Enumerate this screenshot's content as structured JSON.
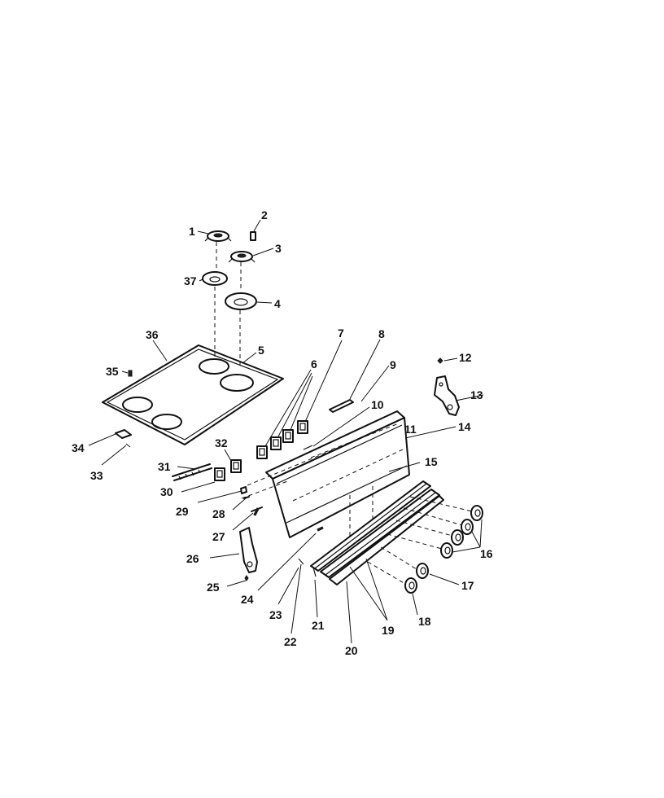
{
  "diagram": {
    "labels": [
      {
        "id": "1",
        "text": "1"
      },
      {
        "id": "2",
        "text": "2"
      },
      {
        "id": "3",
        "text": "3"
      },
      {
        "id": "37",
        "text": "37"
      },
      {
        "id": "4",
        "text": "4"
      },
      {
        "id": "36",
        "text": "36"
      },
      {
        "id": "5",
        "text": "5"
      },
      {
        "id": "35",
        "text": "35"
      },
      {
        "id": "6",
        "text": "6"
      },
      {
        "id": "7",
        "text": "7"
      },
      {
        "id": "8",
        "text": "8"
      },
      {
        "id": "9",
        "text": "9"
      },
      {
        "id": "10",
        "text": "10"
      },
      {
        "id": "11",
        "text": "11"
      },
      {
        "id": "12",
        "text": "12"
      },
      {
        "id": "13",
        "text": "13"
      },
      {
        "id": "14",
        "text": "14"
      },
      {
        "id": "15",
        "text": "15"
      },
      {
        "id": "16",
        "text": "16"
      },
      {
        "id": "17",
        "text": "17"
      },
      {
        "id": "18",
        "text": "18"
      },
      {
        "id": "19",
        "text": "19"
      },
      {
        "id": "20",
        "text": "20"
      },
      {
        "id": "21",
        "text": "21"
      },
      {
        "id": "22",
        "text": "22"
      },
      {
        "id": "23",
        "text": "23"
      },
      {
        "id": "24",
        "text": "24"
      },
      {
        "id": "25",
        "text": "25"
      },
      {
        "id": "26",
        "text": "26"
      },
      {
        "id": "27",
        "text": "27"
      },
      {
        "id": "28",
        "text": "28"
      },
      {
        "id": "29",
        "text": "29"
      },
      {
        "id": "30",
        "text": "30"
      },
      {
        "id": "31",
        "text": "31"
      },
      {
        "id": "32",
        "text": "32"
      },
      {
        "id": "33",
        "text": "33"
      },
      {
        "id": "34",
        "text": "34"
      }
    ]
  }
}
